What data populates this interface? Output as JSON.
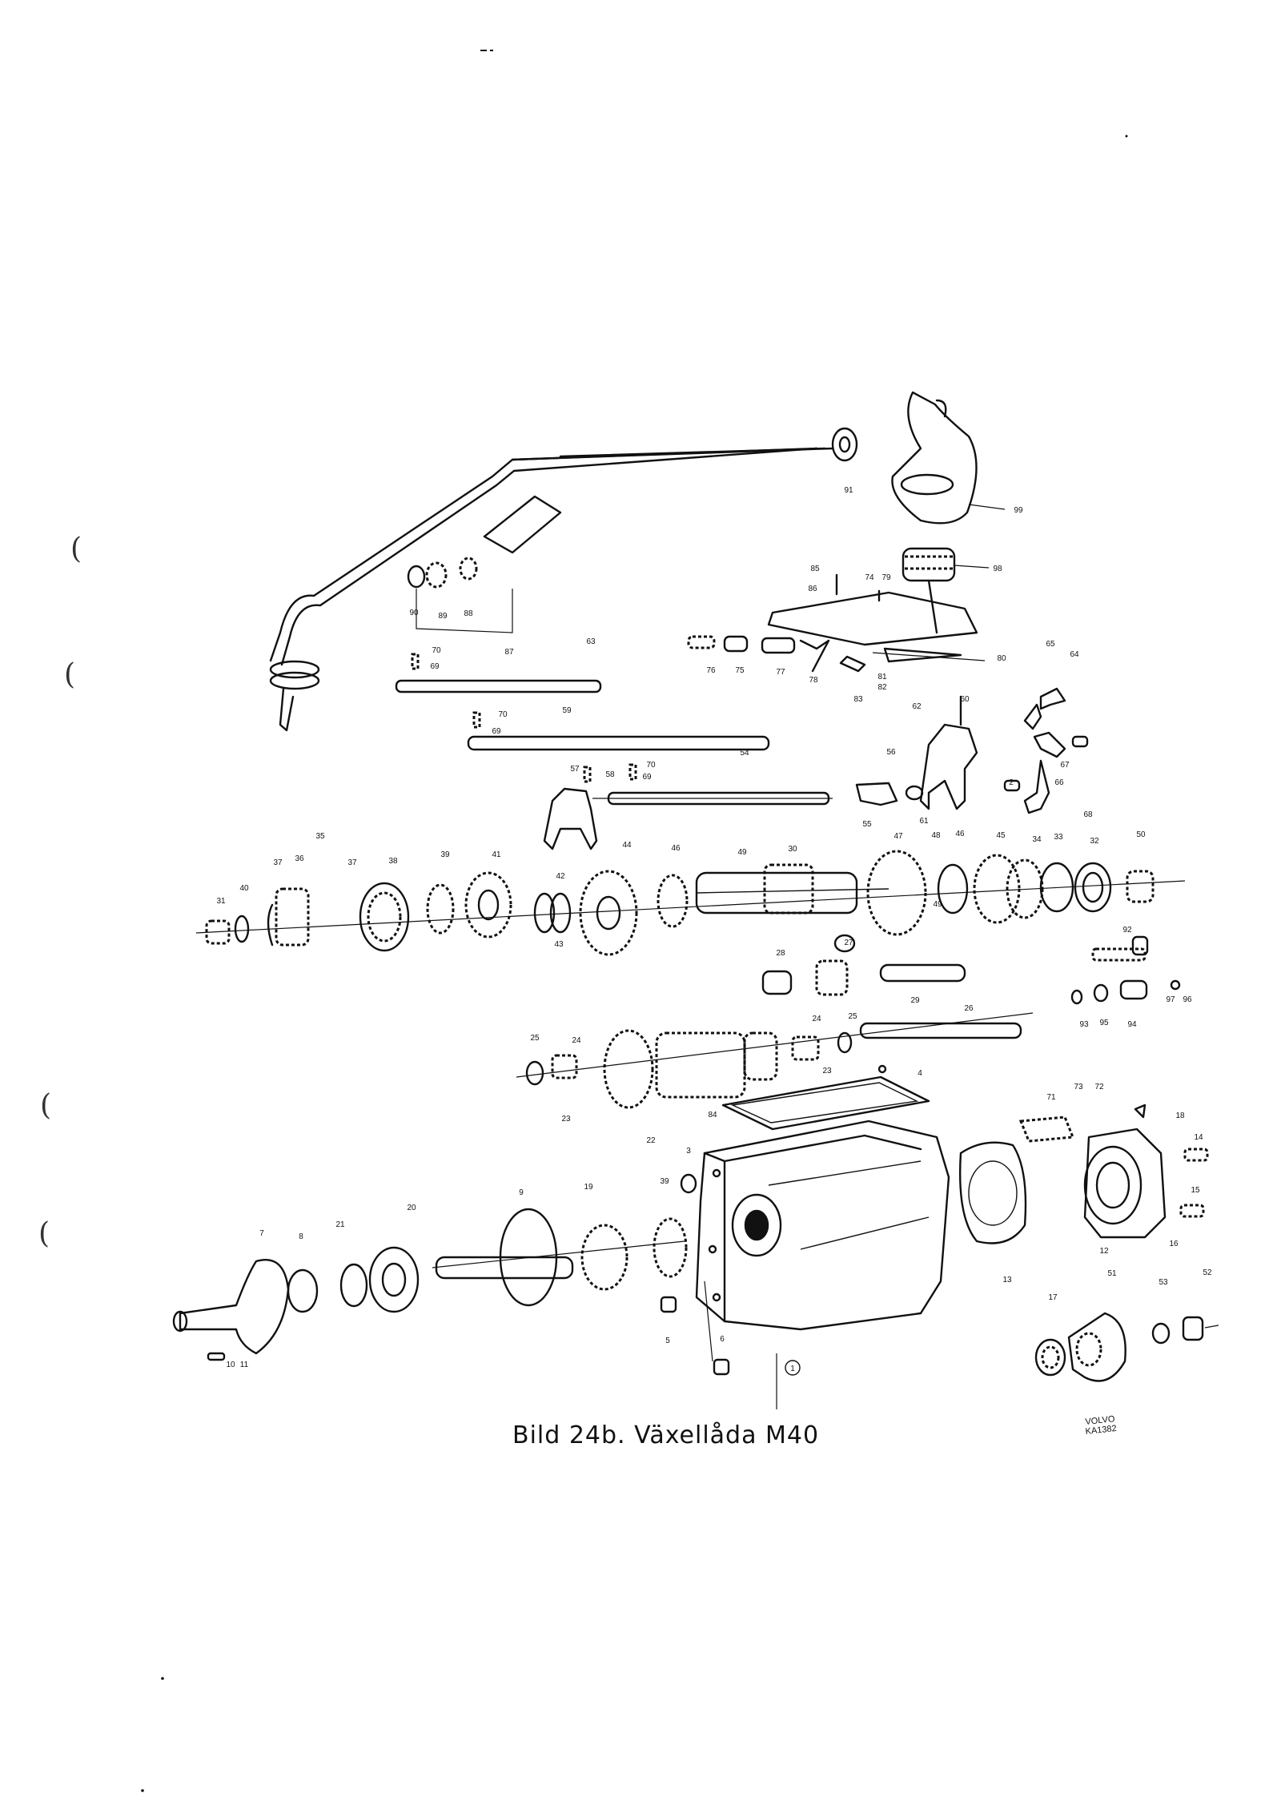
{
  "caption": "Bild 24b. Växellåda M40",
  "stamp": {
    "line1": "VOLVO",
    "line2": "KA1382"
  },
  "margin_marks": [
    "(",
    "(",
    "(",
    "("
  ],
  "part_labels": [
    "91",
    "99",
    "98",
    "85",
    "86",
    "74",
    "79",
    "90",
    "89",
    "88",
    "87",
    "63",
    "70",
    "69",
    "76",
    "75",
    "77",
    "78",
    "83",
    "81",
    "82",
    "80",
    "65",
    "64",
    "62",
    "60",
    "59",
    "70",
    "69",
    "57",
    "58",
    "70",
    "69",
    "54",
    "56",
    "2",
    "67",
    "66",
    "55",
    "61",
    "68",
    "35",
    "36",
    "37",
    "37",
    "38",
    "39",
    "41",
    "42",
    "43",
    "44",
    "46",
    "49",
    "30",
    "47",
    "48",
    "46",
    "49",
    "45",
    "34",
    "33",
    "32",
    "50",
    "31",
    "40",
    "28",
    "27",
    "29",
    "92",
    "97",
    "96",
    "93",
    "95",
    "94",
    "25",
    "24",
    "23",
    "22",
    "24",
    "25",
    "23",
    "26",
    "4",
    "84",
    "71",
    "73",
    "72",
    "18",
    "3",
    "14",
    "15",
    "16",
    "12",
    "13",
    "9",
    "19",
    "39",
    "7",
    "8",
    "21",
    "20",
    "5",
    "6",
    "1",
    "10",
    "11",
    "17",
    "51",
    "53",
    "52"
  ]
}
